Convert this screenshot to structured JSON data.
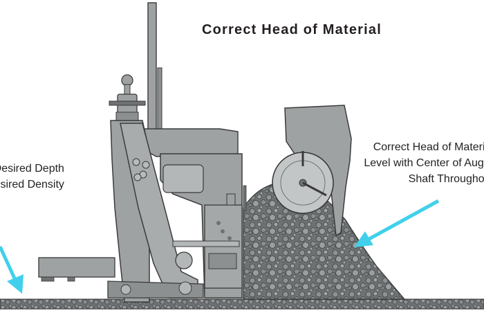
{
  "title": "Correct Head of Material",
  "right_label": {
    "lines": [
      "Correct Head of Material",
      "Level with Center of Auger",
      "Shaft Throughout"
    ]
  },
  "left_label": {
    "lines": [
      "Desired Depth",
      "Desired Density"
    ]
  },
  "colors": {
    "machine": "#9ea2a3",
    "outline": "#3a3a3a",
    "arrow": "#40d0ec",
    "text": "#231f20"
  }
}
